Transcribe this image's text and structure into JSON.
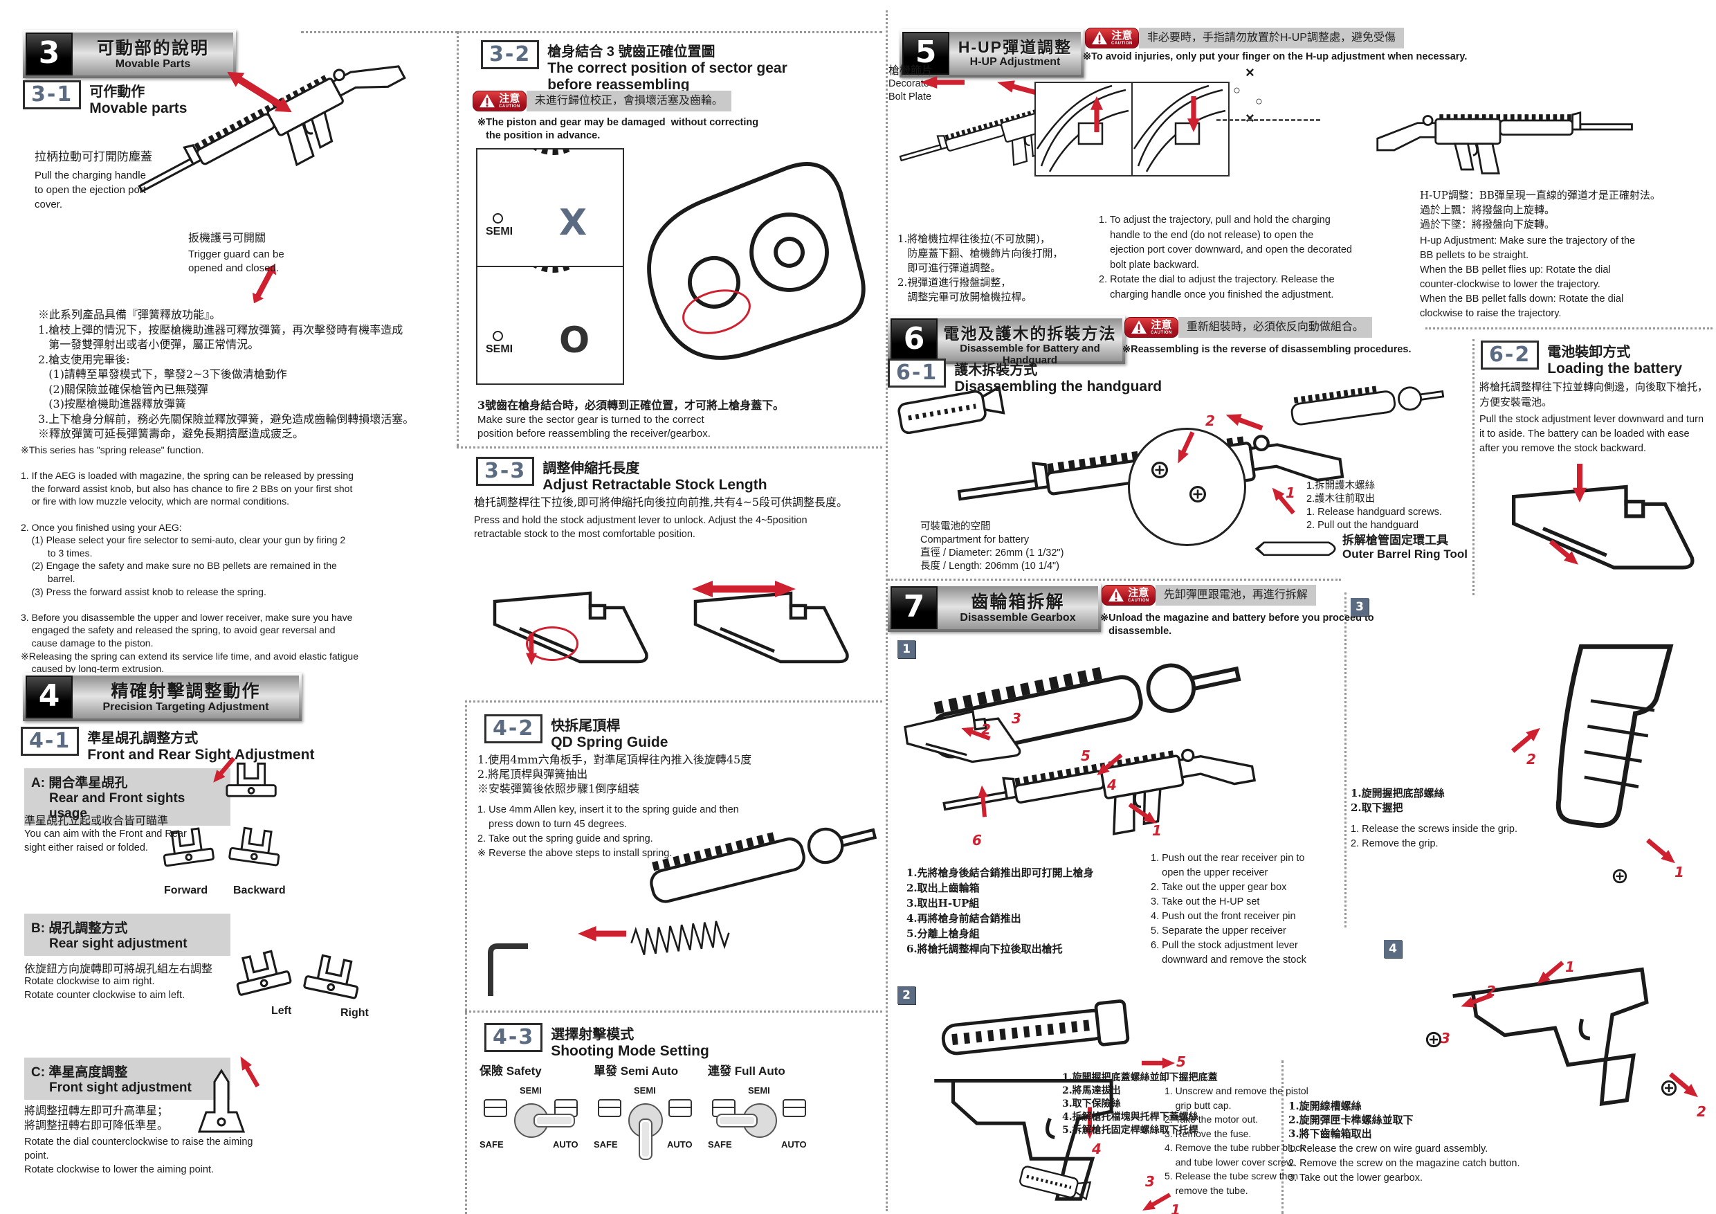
{
  "colors": {
    "accent_slate": "#5b6b82",
    "caution_red": "#b01020",
    "arrow_red": "#cf2030",
    "bar_gray": "#c9c9c9"
  },
  "caution": {
    "zh": "注意",
    "en": "CAUTION"
  },
  "nums": {
    "1": "1",
    "2": "2",
    "3": "3",
    "4": "4",
    "5": "5",
    "6": "6"
  },
  "marks": {
    "x": "×",
    "o": "○"
  },
  "s3": {
    "num": "3",
    "zh": "可動部的說明",
    "en": "Movable Parts"
  },
  "s31": {
    "num": "3-1",
    "zh": "可作動作",
    "en": "Movable parts",
    "charging_zh": "拉柄拉動可打開防塵蓋",
    "charging_en": "Pull the charging handle\nto open the ejection port\ncover.",
    "trigger_zh": "扳機護弓可開關",
    "trigger_en": "Trigger guard can be\nopened and closed.",
    "spring_zh": "※此系列產品具備『彈簧釋放功能』。\n1.槍枝上彈的情況下，按壓槍機助進器可釋放彈簧，再次擊發時有機率造成\n   第一發雙彈射出或者小便彈，屬正常情況。\n2.槍支使用完畢後:\n   (1)請轉至單發模式下，擊發2~3下後做清槍動作\n   (2)關保險並確保槍管內已無殘彈\n   (3)按壓槍機助進器釋放彈簧\n3.上下槍身分解前，務必先關保險並釋放彈簧，避免造成齒輪倒轉損壞活塞。\n※釋放彈簧可延長彈簧壽命，避免長期擠壓造成疲乏。",
    "spring_en": "※This series has \"spring release\" function.\n\n1. If the AEG is loaded with magazine, the spring can be released by pressing\n    the forward assist knob, but also has chance to fire 2 BBs on your first shot\n    or fire with low muzzle velocity, which are normal conditions.\n\n2. Once you finished using your AEG:\n    (1) Please select your fire selector to semi-auto, clear your gun by firing 2\n          to 3 times.\n    (2) Engage the safety and make sure no BB pellets are remained in the\n          barrel.\n    (3) Press the forward assist knob to release the spring.\n\n3. Before you disassemble the upper and lower receiver, make sure you have\n    engaged the safety and released the spring, to avoid gear reversal and\n    cause damage to the piston.\n※Releasing the spring can extend its service life time, and avoid elastic fatigue\n    caused by long-term extrusion."
  },
  "s32": {
    "num": "3-2",
    "zh": "槍身結合 3 號齒正確位置圖",
    "en": "The correct position of sector gear\nbefore reassembling",
    "caution_zh": "未進行歸位校正，會損壞活塞及齒輪。",
    "note_en": "※The piston and gear may be damaged  without correcting\n   the position in advance.",
    "semi": "SEMI",
    "x": "X",
    "o": "O",
    "bottom_zh": "3號齒在槍身結合時，必須轉到正確位置，才可將上槍身蓋下。",
    "bottom_en": "Make sure the sector gear is turned to the correct\nposition before reassembling the receiver/gearbox."
  },
  "s33": {
    "num": "3-3",
    "zh": "調整伸縮托長度",
    "en": "Adjust Retractable Stock Length",
    "body_zh": "槍托調整桿往下拉後,即可將伸縮托向後拉向前推,共有4~5段可供調整長度。",
    "body_en": "Press and hold the stock adjustment lever to unlock. Adjust the 4~5position\nretractable stock to the most comfortable position."
  },
  "s4": {
    "num": "4",
    "zh": "精確射擊調整動作",
    "en": "Precision Targeting Adjustment"
  },
  "s41": {
    "num": "4-1",
    "zh": "準星覘孔調整方式",
    "en": "Front and Rear Sight Adjustment",
    "a_zh": "A: 開合準星覘孔",
    "a_en": "Rear and Front sights usage",
    "a_body_zh": "準星覘孔立起或收合皆可瞄準",
    "a_body_en": "You can aim with the Front and Rear\nsight either raised or folded.",
    "forward": "Forward",
    "backward": "Backward",
    "b_zh": "B: 覘孔調整方式",
    "b_en": "Rear sight adjustment",
    "b_body_zh": "依旋鈕方向旋轉即可將覘孔組左右調整",
    "b_body_en": "Rotate clockwise to aim right.\nRotate counter clockwise to aim left.",
    "left": "Left",
    "right": "Right",
    "c_zh": "C: 準星高度調整",
    "c_en": "Front sight adjustment",
    "c_body_zh": "將調整扭轉左即可升高準星；\n將調整扭轉右即可降低準星。",
    "c_body_en": "Rotate the dial counterclockwise to raise the aiming\npoint.\nRotate clockwise to lower the aiming point."
  },
  "s42": {
    "num": "4-2",
    "zh": "快拆尾頂桿",
    "en": "QD Spring Guide",
    "list_zh": "1.使用4mm六角板手，對準尾頂桿往內推入後旋轉45度\n2.將尾頂桿與彈簧抽出\n※安裝彈簧後依照步驟1倒序組裝",
    "list_en": "1. Use 4mm Allen key, insert it to the spring guide and then\n    press down to turn 45 degrees.\n2. Take out the spring guide and spring.\n※ Reverse the above steps to install spring."
  },
  "s43": {
    "num": "4-3",
    "zh": "選擇射擊模式",
    "en": "Shooting Mode Setting",
    "modes": [
      {
        "zh": "保險",
        "en": "Safety"
      },
      {
        "zh": "單發",
        "en": "Semi Auto"
      },
      {
        "zh": "連發",
        "en": "Full Auto"
      }
    ],
    "semi": "SEMI",
    "safe": "SAFE",
    "auto": "AUTO"
  },
  "s5": {
    "num": "5",
    "zh": "H-UP彈道調整",
    "en": "H-UP Adjustment",
    "caution_zh": "非必要時，手指請勿放置於H-UP調整處，避免受傷",
    "caution_en": "※To avoid injuries, only put your finger on the H-up adjustment when necessary.",
    "bolt_zh": "槍機飾片",
    "bolt_en": "Decorated\nBolt Plate",
    "steps_zh": "1.將槍機拉桿往後拉(不可放開)，\n   防塵蓋下翻、槍機飾片向後打開，\n   即可進行彈道調整。\n2.視彈道進行撥盤調整，\n   調整完畢可放開槍機拉桿。",
    "steps_en": "1. To adjust the trajectory, pull and hold the charging\n    handle to the end (do not release) to open the\n    ejection port cover downward, and open the decorated\n    bolt plate backward.\n2. Rotate the dial to adjust the trajectory. Release the\n    charging handle once you finished the adjustment.",
    "right_zh": "H-UP調整：BB彈呈現一直線的彈道才是正確射法。\n過於上飄：將撥盤向上旋轉。\n過於下墜：將撥盤向下旋轉。",
    "right_en": "H-up Adjustment: Make sure the trajectory of the\nBB pellets to be straight.\nWhen the BB pellet flies up: Rotate the dial\ncounter-clockwise to lower the trajectory.\nWhen the BB pellet falls down: Rotate the dial\nclockwise to raise the trajectory."
  },
  "s6": {
    "num": "6",
    "zh": "電池及護木的拆裝方法",
    "en": "Disassemble for Battery and Handguard",
    "caution_zh": "重新組裝時，必須依反向動做組合。",
    "caution_en": "※Reassembling is the reverse of disassembling procedures."
  },
  "s61": {
    "num": "6-1",
    "zh": "護木拆裝方式",
    "en": "Disassembling the handguard",
    "battery": "可裝電池的空間\nCompartment for battery\n直徑 / Diameter: 26mm (1 1/32\")\n長度 / Length: 206mm (10 1/4\")",
    "steps": "1.拆開護木螺絲\n2.護木往前取出\n1. Release handguard screws.\n2. Pull out the handguard",
    "tool_zh": "拆解槍管固定環工具",
    "tool_en": "Outer Barrel Ring Tool"
  },
  "s62": {
    "num": "6-2",
    "zh": "電池裝卸方式",
    "en": "Loading the battery",
    "body_zh": "將槍托調整桿往下拉並轉向側邊，向後取下槍托，\n方便安裝電池。",
    "body_en": "Pull the stock adjustment lever downward and turn\nit to aside. The battery can be loaded with ease\nafter you remove the stock backward."
  },
  "s7": {
    "num": "7",
    "zh": "齒輪箱拆解",
    "en": "Disassemble Gearbox",
    "caution_zh": "先卸彈匣跟電池，再進行拆解",
    "caution_en": "※Unload the magazine and battery before you proceed to\n   disassemble.",
    "d1_zh": "1.先將槍身後結合銷推出即可打開上槍身\n2.取出上齒輪箱\n3.取出H-UP組\n4.再將槍身前結合銷推出\n5.分離上槍身組\n6.將槍托調整桿向下拉後取出槍托",
    "d1_en": "1. Push out the rear receiver pin to\n    open the upper receiver\n2. Take out the upper gear box\n3. Take out the H-UP set\n4. Push out the front receiver pin\n5. Separate the upper receiver\n6. Pull the stock adjustment lever\n    downward and remove the stock",
    "d2_zh": "1.旋開握把底蓋螺絲並卸下握把底蓋\n2.將馬達拔出\n3.取下保險絲\n4.拆解槍托檔塊與托桿下蓋螺絲\n5.拆解槍托固定桿螺絲取下托桿",
    "d2_en": "1. Unscrew and remove the pistol\n    grip butt cap.\n2. Take the motor out.\n3. Remove the fuse.\n4. Remove the tube rubber block\n    and tube lower cover screw.\n5. Release the tube screw then\n    remove the tube.",
    "d3_zh": "1.旋開握把底部螺絲\n2.取下握把",
    "d3_en": "1. Release the screws inside the grip.\n2. Remove the grip.",
    "d4_zh": "1.旋開線槽螺絲\n2.旋開彈匣卡榫螺絲並取下\n3.將下齒輪箱取出",
    "d4_en": "1. Release the crew on wire guard assembly.\n2. Remove the screw on the magazine catch button.\n3. Take out the lower gearbox."
  }
}
